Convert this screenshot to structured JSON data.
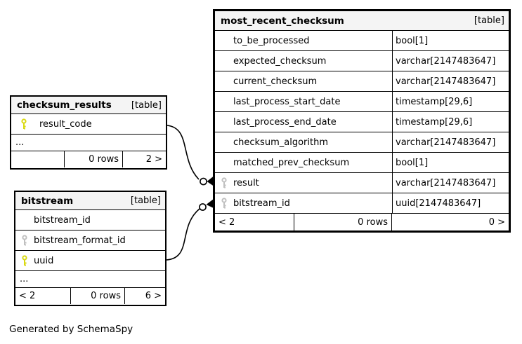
{
  "diagram": {
    "generated_by": "Generated by SchemaSpy"
  },
  "tables": [
    {
      "title": "most_recent_checksum",
      "badge": "[table]",
      "columns": [
        {
          "name": "to_be_processed",
          "type": "bool[1]",
          "key": "none"
        },
        {
          "name": "expected_checksum",
          "type": "varchar[2147483647]",
          "key": "none"
        },
        {
          "name": "current_checksum",
          "type": "varchar[2147483647]",
          "key": "none"
        },
        {
          "name": "last_process_start_date",
          "type": "timestamp[29,6]",
          "key": "none"
        },
        {
          "name": "last_process_end_date",
          "type": "timestamp[29,6]",
          "key": "none"
        },
        {
          "name": "checksum_algorithm",
          "type": "varchar[2147483647]",
          "key": "none"
        },
        {
          "name": "matched_prev_checksum",
          "type": "bool[1]",
          "key": "none"
        },
        {
          "name": "result",
          "type": "varchar[2147483647]",
          "key": "foreign"
        },
        {
          "name": "bitstream_id",
          "type": "uuid[2147483647]",
          "key": "foreign"
        }
      ],
      "footer": {
        "left": "< 2",
        "middle": "0 rows",
        "right": "0 >"
      }
    },
    {
      "title": "checksum_results",
      "badge": "[table]",
      "columns": [
        {
          "name": "result_code",
          "key": "primary"
        }
      ],
      "ellipsis": "...",
      "footer": {
        "left": "",
        "middle": "0 rows",
        "right": "2 >"
      }
    },
    {
      "title": "bitstream",
      "badge": "[table]",
      "columns": [
        {
          "name": "bitstream_id",
          "key": "none"
        },
        {
          "name": "bitstream_format_id",
          "key": "foreign"
        },
        {
          "name": "uuid",
          "key": "primary"
        }
      ],
      "ellipsis": "...",
      "footer": {
        "left": "< 2",
        "middle": "0 rows",
        "right": "6 >"
      }
    }
  ],
  "relationships": [
    {
      "from": "checksum_results.result_code",
      "to": "most_recent_checksum.result"
    },
    {
      "from": "bitstream.uuid",
      "to": "most_recent_checksum.bitstream_id"
    }
  ],
  "colors": {
    "primary_key_icon": "#d9d911",
    "foreign_key_icon": "#c0c0c0",
    "header_background": "#f4f4f4",
    "table_border": "#000000",
    "background": "#ffffff"
  }
}
